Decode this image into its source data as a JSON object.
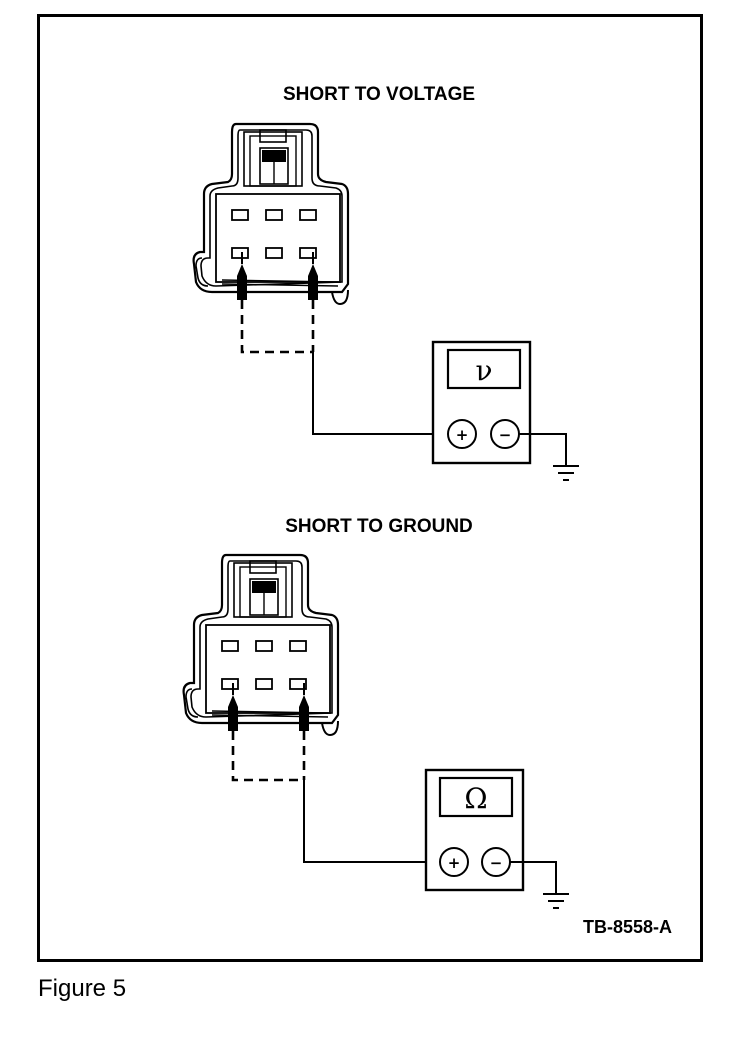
{
  "figure": {
    "caption": "Figure 5",
    "reference": "TB-8558-A"
  },
  "panels": [
    {
      "title": "SHORT TO VOLTAGE",
      "meter_symbol": "ν",
      "plus": "+",
      "minus": "−"
    },
    {
      "title": "SHORT TO GROUND",
      "meter_symbol": "Ω",
      "plus": "+",
      "minus": "−"
    }
  ],
  "colors": {
    "line": "#000000",
    "background": "#ffffff"
  }
}
